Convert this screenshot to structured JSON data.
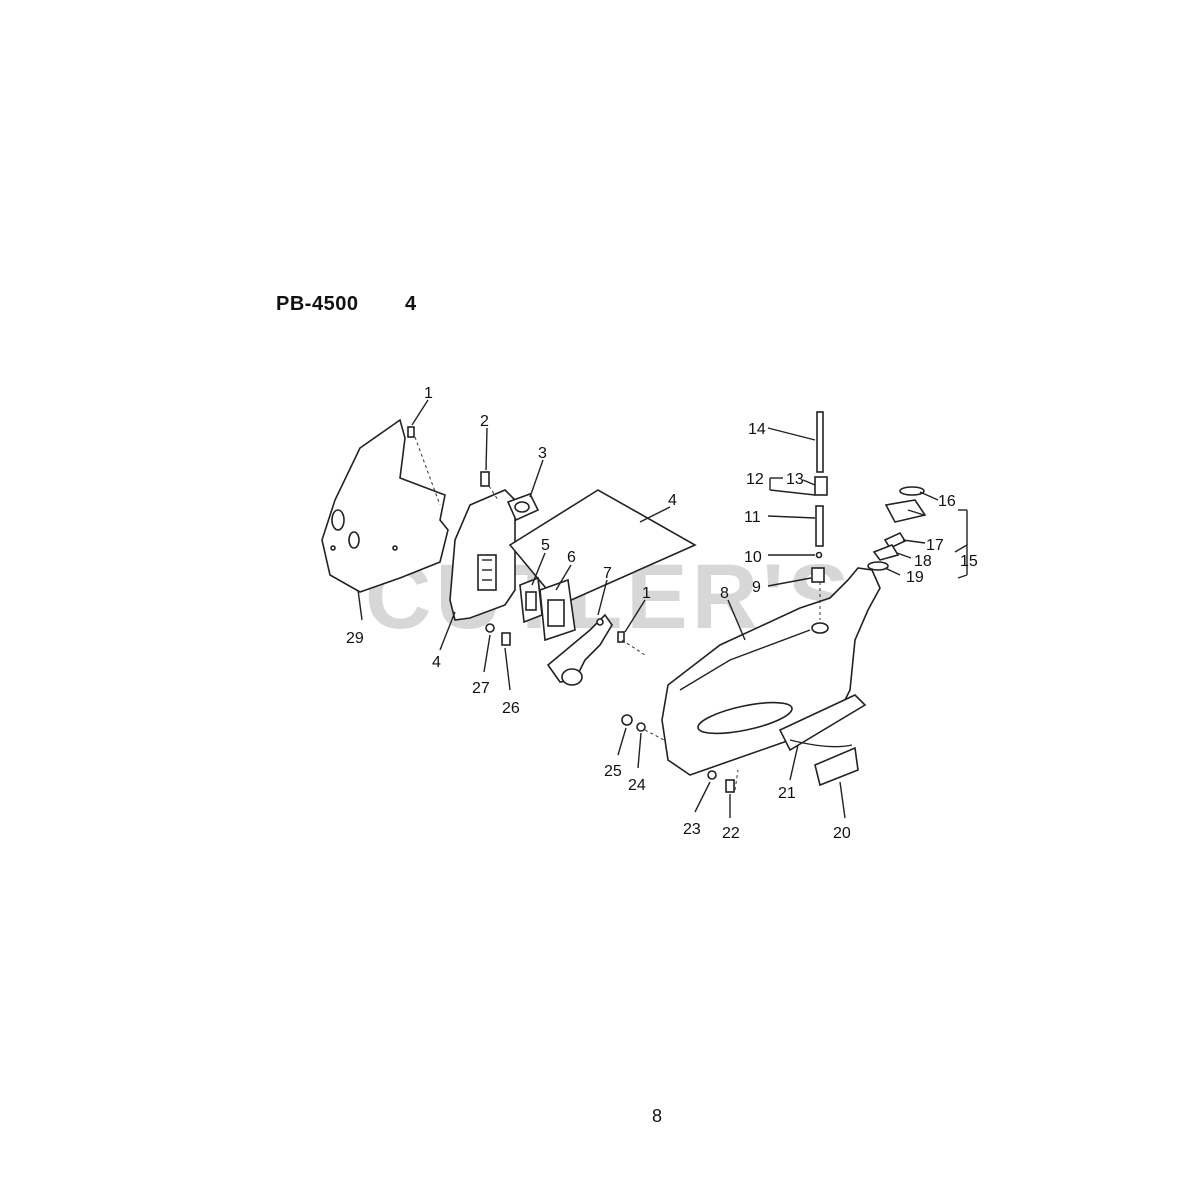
{
  "header": {
    "model": "PB-4500",
    "figure": "4"
  },
  "watermark": "CUTLER'S",
  "page_number": "8",
  "callouts": [
    "1",
    "2",
    "3",
    "4",
    "5",
    "6",
    "7",
    "1",
    "4",
    "8",
    "9",
    "10",
    "11",
    "12",
    "13",
    "14",
    "15",
    "16",
    "17",
    "18",
    "19",
    "20",
    "21",
    "22",
    "23",
    "24",
    "25",
    "26",
    "27",
    "29"
  ]
}
